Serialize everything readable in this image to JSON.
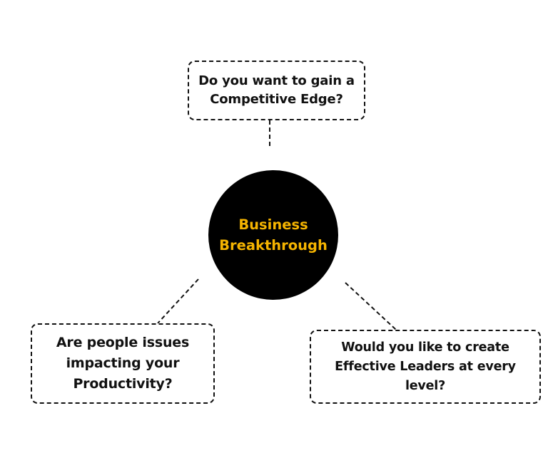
{
  "diagram": {
    "center": {
      "lines": [
        "Business",
        "Breakthrough"
      ],
      "text_color": "#F5B400",
      "fill_color": "#000000"
    },
    "nodes": [
      {
        "id": "top",
        "lines": [
          "Do you want to gain a",
          "Competitive Edge?"
        ]
      },
      {
        "id": "left",
        "lines": [
          "Are people issues",
          "impacting your",
          "Productivity?"
        ]
      },
      {
        "id": "right",
        "lines": [
          "Would you like to create",
          "Effective Leaders at every",
          "level?"
        ]
      }
    ],
    "edges": [
      {
        "from": "center",
        "to": "top",
        "style": "dashed"
      },
      {
        "from": "center",
        "to": "left",
        "style": "dashed"
      },
      {
        "from": "center",
        "to": "right",
        "style": "dashed"
      }
    ]
  }
}
